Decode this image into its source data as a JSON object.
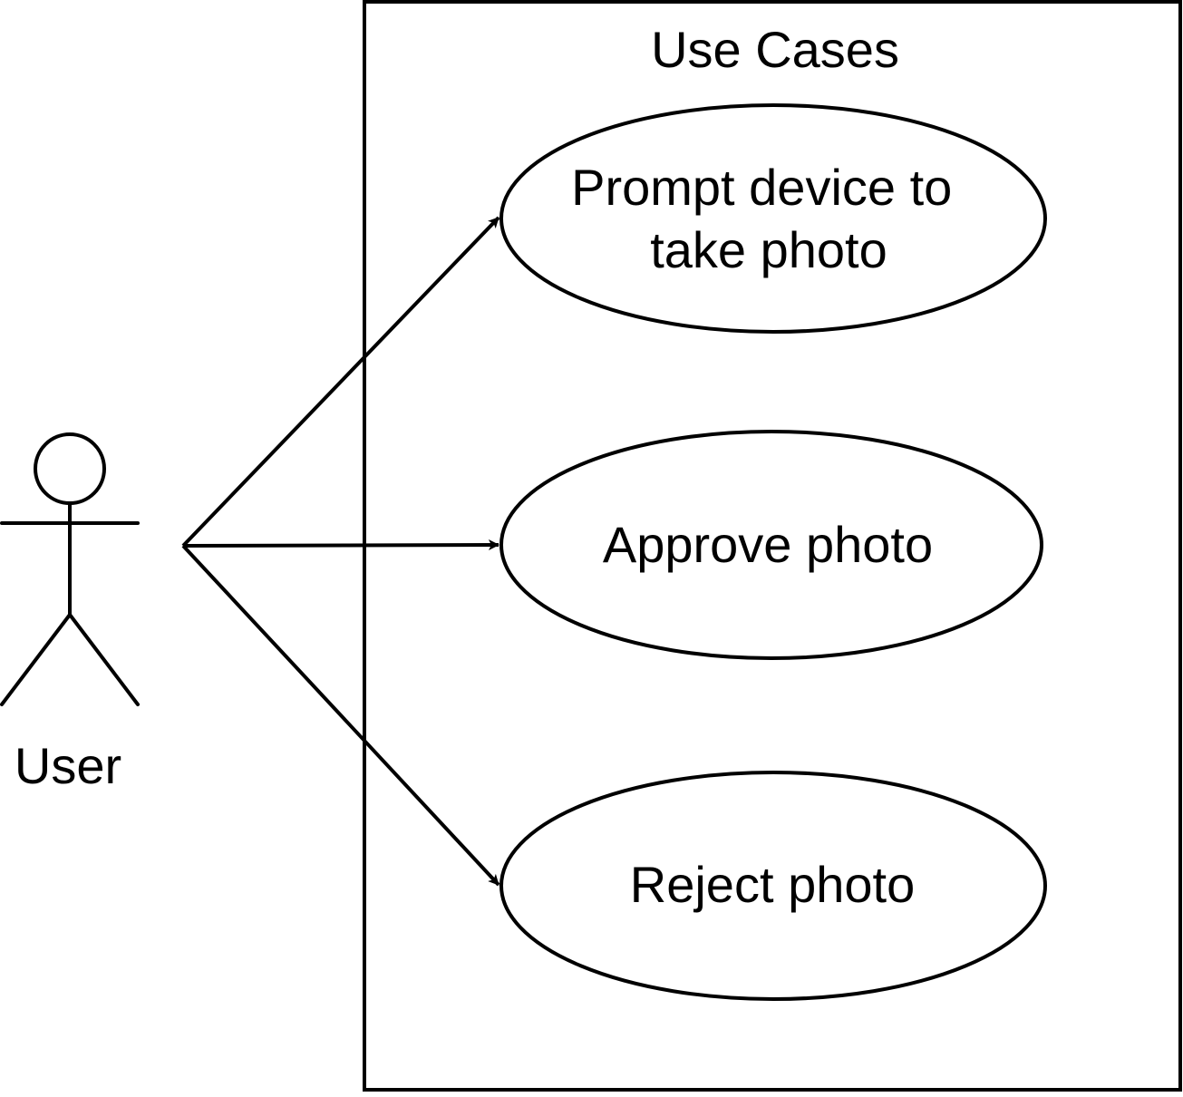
{
  "diagram": {
    "type": "uml-use-case",
    "boundary": {
      "title": "Use Cases"
    },
    "actor": {
      "label": "User"
    },
    "use_cases": [
      {
        "line1": "Prompt device to",
        "line2": "take photo"
      },
      {
        "line1": "Approve photo"
      },
      {
        "line1": "Reject photo"
      }
    ],
    "associations": [
      {
        "from": "User",
        "to": "Prompt device to take photo"
      },
      {
        "from": "User",
        "to": "Approve photo"
      },
      {
        "from": "User",
        "to": "Reject photo"
      }
    ],
    "colors": {
      "stroke": "#000000",
      "fill": "#ffffff"
    }
  }
}
